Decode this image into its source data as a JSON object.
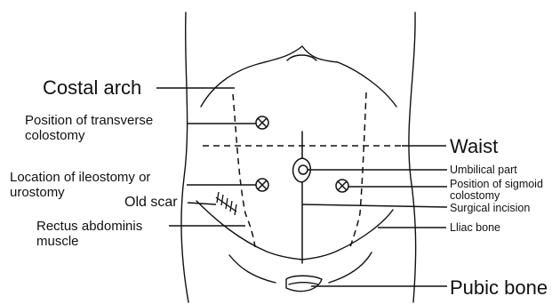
{
  "labels": {
    "costal_arch": "Costal arch",
    "transverse_colostomy": "Position of transverse colostomy",
    "waist": "Waist",
    "umbilical_part": "Umbilical part",
    "ileostomy": "Location of ileostomy or urostomy",
    "sigmoid_colostomy": "Position of sigmoid colostomy",
    "old_scar": "Old scar",
    "surgical_incision": "Surgical incision",
    "rectus_abdominis": "Rectus abdominis muscle",
    "iliac_bone": "Lliac bone",
    "pubic_bone": "Pubic bone"
  }
}
